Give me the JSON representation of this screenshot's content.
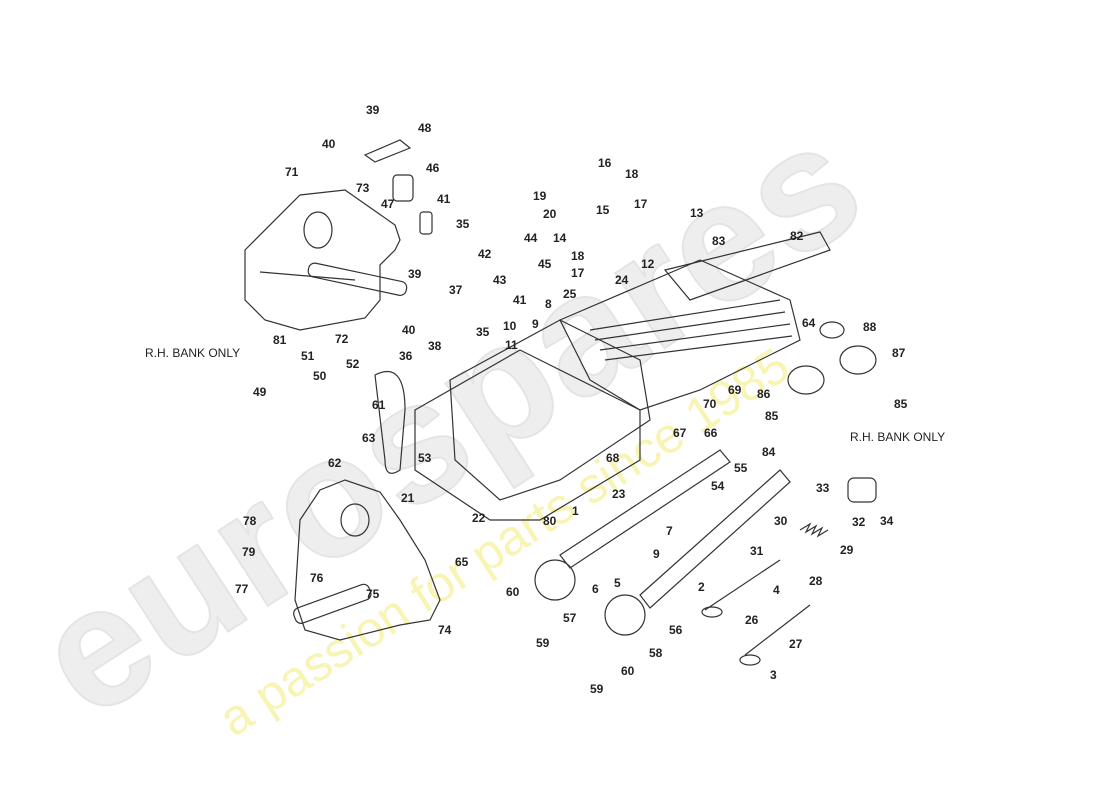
{
  "diagram": {
    "title": "",
    "notes": [
      "R.H. BANK ONLY",
      "R.H. BANK ONLY"
    ],
    "watermark": {
      "logo": "eurospares",
      "tagline": "a passion for parts since 1985",
      "tagline_color": "#f5f3a0"
    },
    "callouts": [
      {
        "id": "39",
        "label": "39"
      },
      {
        "id": "40",
        "label": "40"
      },
      {
        "id": "48",
        "label": "48"
      },
      {
        "id": "46",
        "label": "46"
      },
      {
        "id": "47",
        "label": "47"
      },
      {
        "id": "41",
        "label": "41"
      },
      {
        "id": "35",
        "label": "35"
      },
      {
        "id": "71",
        "label": "71"
      },
      {
        "id": "73",
        "label": "73"
      },
      {
        "id": "19",
        "label": "19"
      },
      {
        "id": "20",
        "label": "20"
      },
      {
        "id": "16",
        "label": "16"
      },
      {
        "id": "18",
        "label": "18"
      },
      {
        "id": "15",
        "label": "15"
      },
      {
        "id": "17",
        "label": "17"
      },
      {
        "id": "13",
        "label": "13"
      },
      {
        "id": "14",
        "label": "14"
      },
      {
        "id": "18b",
        "label": "18"
      },
      {
        "id": "17b",
        "label": "17"
      },
      {
        "id": "12",
        "label": "12"
      },
      {
        "id": "24",
        "label": "24"
      },
      {
        "id": "25",
        "label": "25"
      },
      {
        "id": "83",
        "label": "83"
      },
      {
        "id": "82",
        "label": "82"
      },
      {
        "id": "44",
        "label": "44"
      },
      {
        "id": "45",
        "label": "45"
      },
      {
        "id": "42",
        "label": "42"
      },
      {
        "id": "43",
        "label": "43"
      },
      {
        "id": "41b",
        "label": "41"
      },
      {
        "id": "39b",
        "label": "39"
      },
      {
        "id": "37",
        "label": "37"
      },
      {
        "id": "40b",
        "label": "40"
      },
      {
        "id": "36",
        "label": "36"
      },
      {
        "id": "38",
        "label": "38"
      },
      {
        "id": "35b",
        "label": "35"
      },
      {
        "id": "72",
        "label": "72"
      },
      {
        "id": "8",
        "label": "8"
      },
      {
        "id": "9",
        "label": "9"
      },
      {
        "id": "10",
        "label": "10"
      },
      {
        "id": "11",
        "label": "11"
      },
      {
        "id": "64",
        "label": "64"
      },
      {
        "id": "88",
        "label": "88"
      },
      {
        "id": "87",
        "label": "87"
      },
      {
        "id": "86",
        "label": "86"
      },
      {
        "id": "85",
        "label": "85"
      },
      {
        "id": "85b",
        "label": "85"
      },
      {
        "id": "69",
        "label": "69"
      },
      {
        "id": "70",
        "label": "70"
      },
      {
        "id": "66",
        "label": "66"
      },
      {
        "id": "67",
        "label": "67"
      },
      {
        "id": "68",
        "label": "68"
      },
      {
        "id": "84",
        "label": "84"
      },
      {
        "id": "81",
        "label": "81"
      },
      {
        "id": "51",
        "label": "51"
      },
      {
        "id": "52",
        "label": "52"
      },
      {
        "id": "50",
        "label": "50"
      },
      {
        "id": "49",
        "label": "49"
      },
      {
        "id": "61",
        "label": "61"
      },
      {
        "id": "63",
        "label": "63"
      },
      {
        "id": "62",
        "label": "62"
      },
      {
        "id": "53",
        "label": "53"
      },
      {
        "id": "21",
        "label": "21"
      },
      {
        "id": "23",
        "label": "23"
      },
      {
        "id": "1",
        "label": "1"
      },
      {
        "id": "54",
        "label": "54"
      },
      {
        "id": "55",
        "label": "55"
      },
      {
        "id": "22",
        "label": "22"
      },
      {
        "id": "80",
        "label": "80"
      },
      {
        "id": "78",
        "label": "78"
      },
      {
        "id": "79",
        "label": "79"
      },
      {
        "id": "76",
        "label": "76"
      },
      {
        "id": "77",
        "label": "77"
      },
      {
        "id": "75",
        "label": "75"
      },
      {
        "id": "74",
        "label": "74"
      },
      {
        "id": "65",
        "label": "65"
      },
      {
        "id": "7",
        "label": "7"
      },
      {
        "id": "9b",
        "label": "9"
      },
      {
        "id": "6",
        "label": "6"
      },
      {
        "id": "5",
        "label": "5"
      },
      {
        "id": "60",
        "label": "60"
      },
      {
        "id": "57",
        "label": "57"
      },
      {
        "id": "59",
        "label": "59"
      },
      {
        "id": "56",
        "label": "56"
      },
      {
        "id": "58",
        "label": "58"
      },
      {
        "id": "60b",
        "label": "60"
      },
      {
        "id": "59b",
        "label": "59"
      },
      {
        "id": "33",
        "label": "33"
      },
      {
        "id": "34",
        "label": "34"
      },
      {
        "id": "32",
        "label": "32"
      },
      {
        "id": "30",
        "label": "30"
      },
      {
        "id": "29",
        "label": "29"
      },
      {
        "id": "31",
        "label": "31"
      },
      {
        "id": "28",
        "label": "28"
      },
      {
        "id": "2",
        "label": "2"
      },
      {
        "id": "4",
        "label": "4"
      },
      {
        "id": "26",
        "label": "26"
      },
      {
        "id": "27",
        "label": "27"
      },
      {
        "id": "3",
        "label": "3"
      }
    ]
  }
}
